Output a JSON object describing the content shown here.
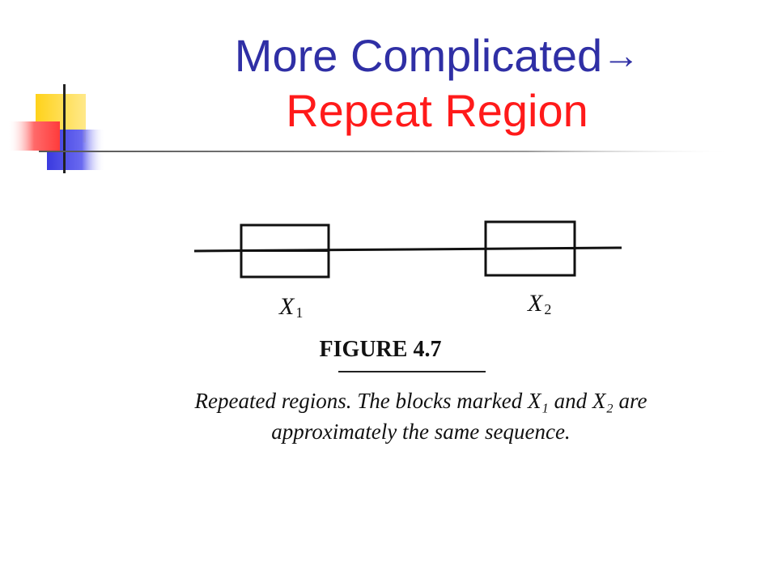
{
  "title": {
    "line1": "More Complicated",
    "arrow": "→",
    "line2": "Repeat Region"
  },
  "figure": {
    "block1_label": "X",
    "block1_sub": "1",
    "block2_label": "X",
    "block2_sub": "2",
    "figure_label": "FIGURE 4.7",
    "caption_line1": "Repeated regions. The blocks marked X₁ and X₂ are",
    "caption_line2": "approximately the same sequence."
  },
  "colors": {
    "title_blue": "#2f2fa5",
    "title_red": "#ff1a1a",
    "deco_yellow": "#ffd21a",
    "deco_blue": "#3a3adf",
    "deco_red": "#ff3b3b"
  }
}
